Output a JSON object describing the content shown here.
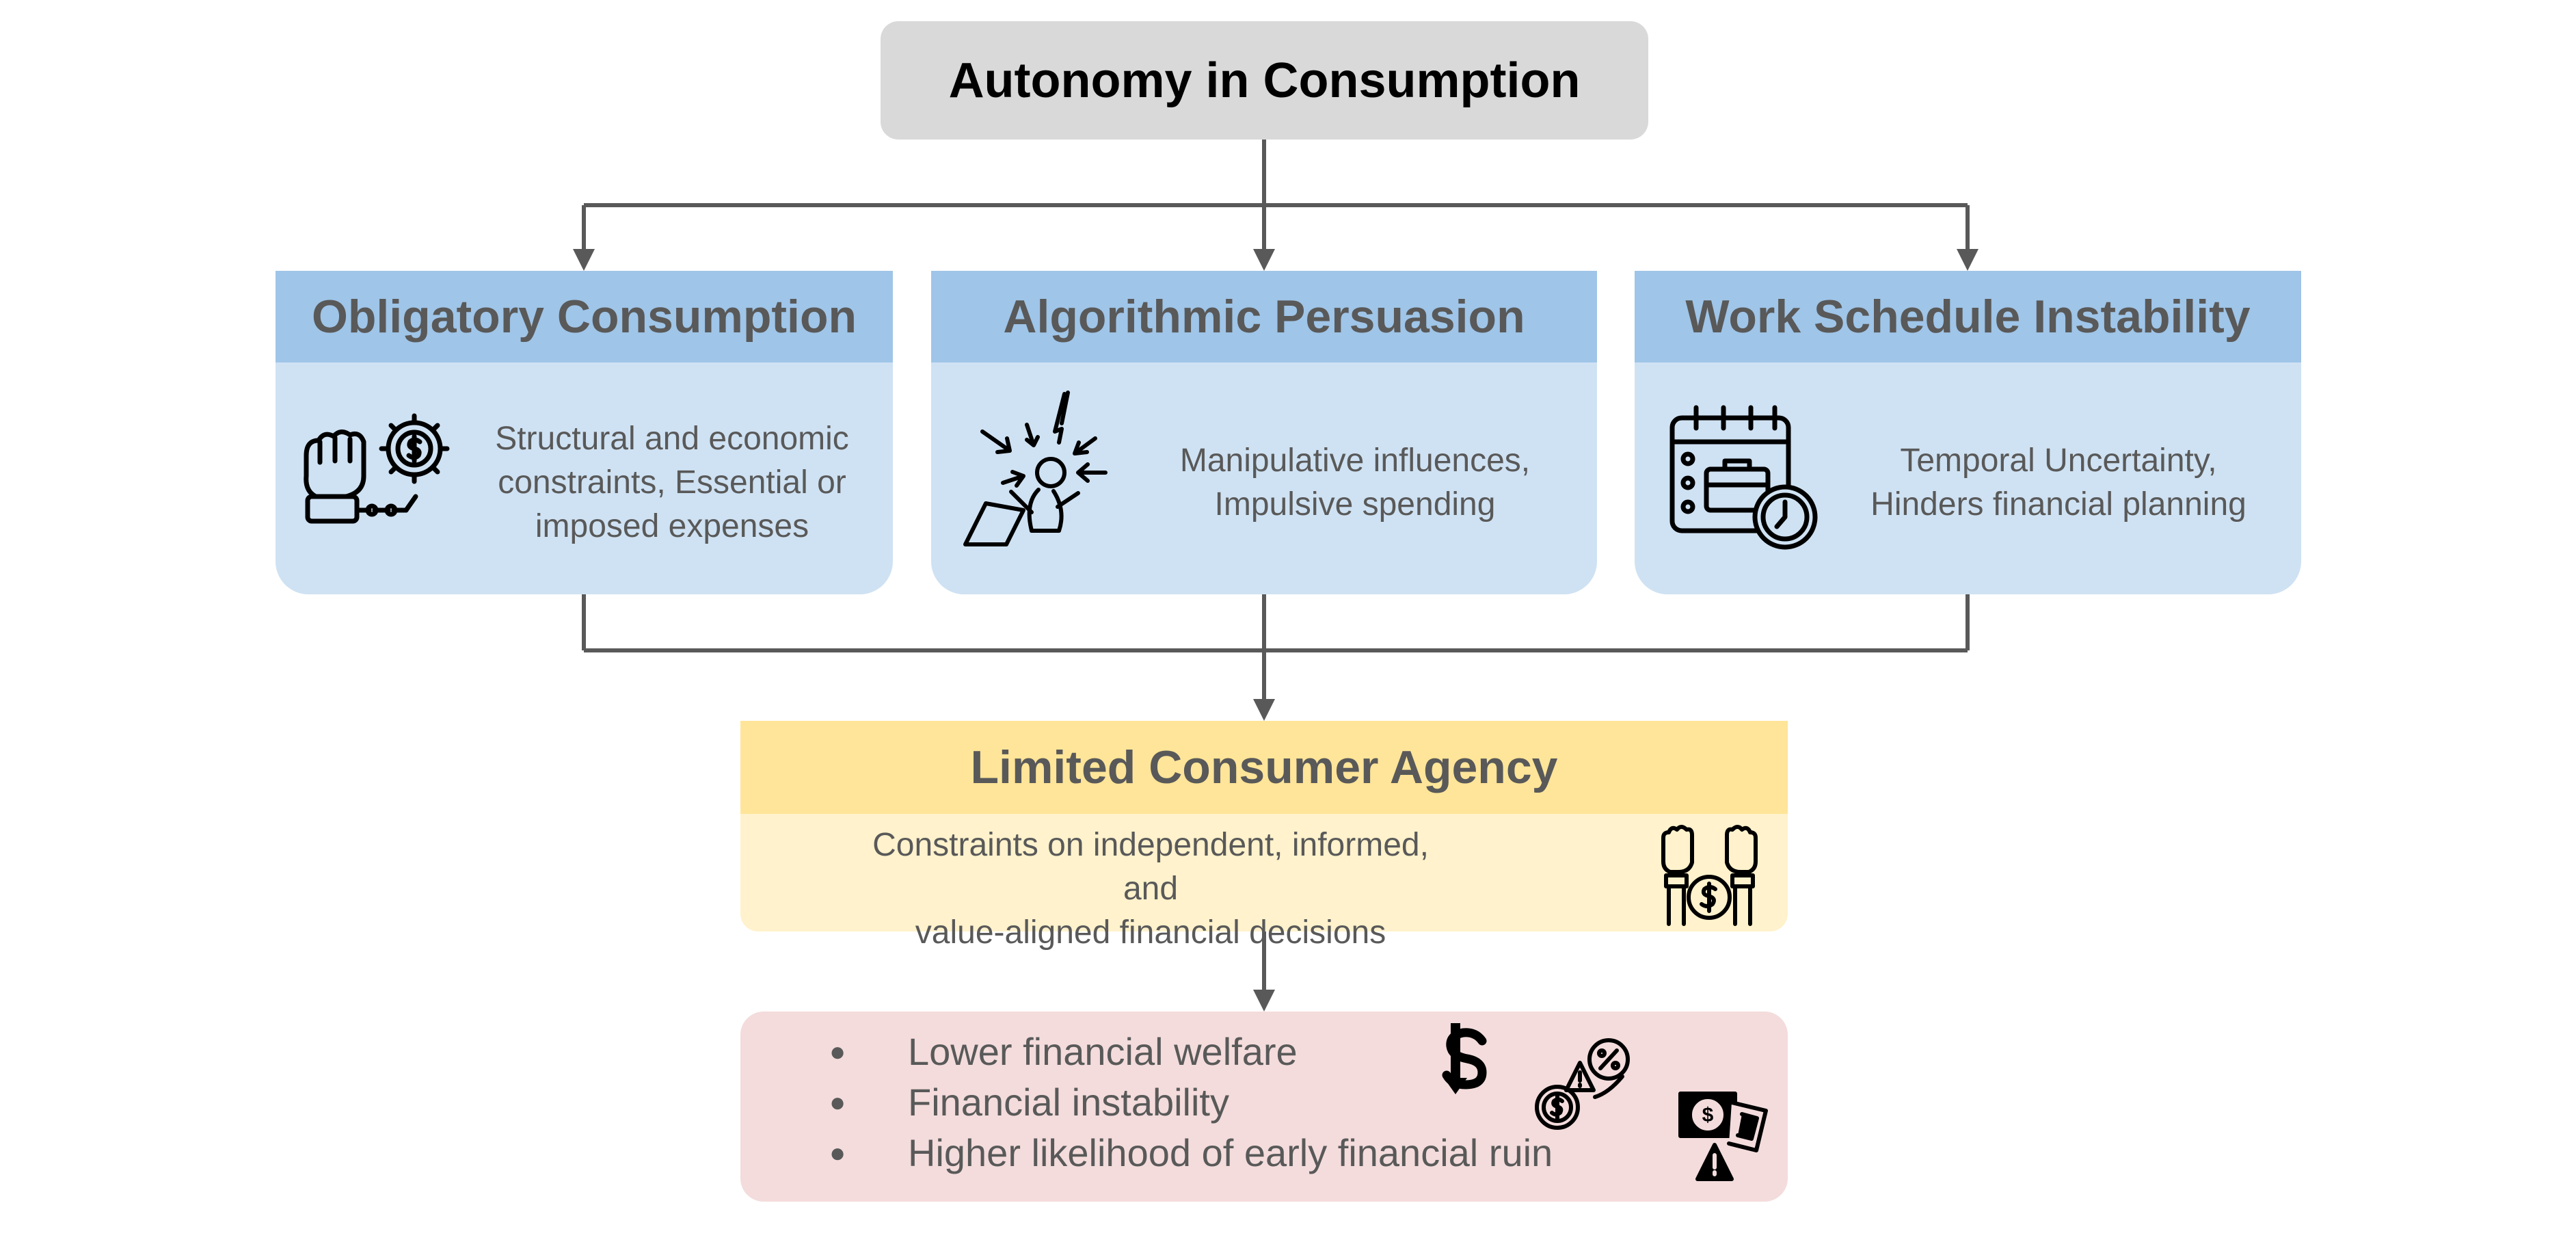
{
  "root": {
    "title": "Autonomy in Consumption"
  },
  "factors": [
    {
      "title": "Obligatory Consumption",
      "lines": [
        "Structural and economic",
        "constraints, Essential or",
        "imposed expenses"
      ],
      "icon": "chained-fist-money-gear-icon"
    },
    {
      "title": "Algorithmic Persuasion",
      "lines": [
        "Manipulative influences,",
        "Impulsive spending"
      ],
      "icon": "person-targeted-arrows-icon"
    },
    {
      "title": "Work Schedule Instability",
      "lines": [
        "Temporal Uncertainty,",
        "Hinders financial planning"
      ],
      "icon": "calendar-briefcase-clock-icon"
    }
  ],
  "agency": {
    "title": "Limited Consumer Agency",
    "lines": [
      "Constraints on independent, informed, and",
      "value-aligned financial decisions"
    ],
    "icon": "raised-hands-coin-icon"
  },
  "outcomes": {
    "items": [
      "Lower financial welfare",
      "Financial instability",
      "Higher likelihood of early financial ruin"
    ],
    "icons": [
      "dollar-down-icon",
      "coin-warning-percent-icon",
      "money-warning-icon"
    ]
  },
  "colors": {
    "root_bg": "#d9d9d9",
    "factor_head": "#9fc5e8",
    "factor_body": "#cfe2f3",
    "agency_head": "#ffe599",
    "agency_body": "#fff2cc",
    "outcome_bg": "#f4dcdc",
    "connector": "#595959"
  }
}
